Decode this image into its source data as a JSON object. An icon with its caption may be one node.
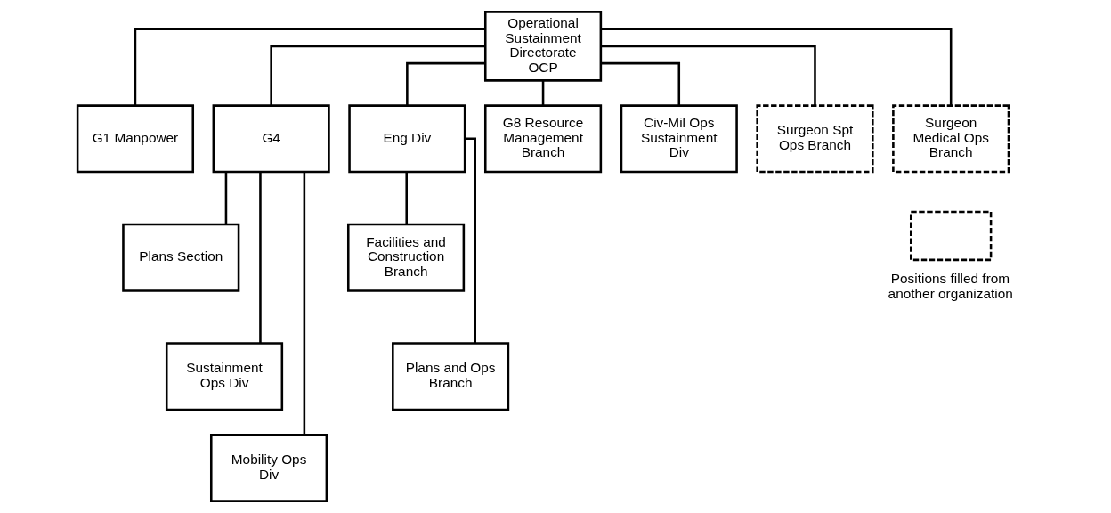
{
  "diagram": {
    "nodes": [
      {
        "text": [
          "Operational Sustainment Directorate",
          "OCP"
        ]
      },
      {
        "text": [
          "G1 Manpower"
        ]
      },
      {
        "text": [
          "G4"
        ]
      },
      {
        "text": [
          "Eng Div"
        ]
      },
      {
        "text": [
          "G8 Resource Management Branch"
        ]
      },
      {
        "text": [
          "Civ-Mil Ops Sustainment Div"
        ]
      },
      {
        "text": [
          "Surgeon Spt Ops Branch"
        ]
      },
      {
        "text": [
          "Surgeon Medical Ops Branch"
        ]
      },
      {
        "text": [
          "Plans Section"
        ]
      },
      {
        "text": [
          "Sustainment Ops Div"
        ]
      },
      {
        "text": [
          "Mobility Ops Div"
        ]
      },
      {
        "text": [
          "Facilities and Construction Branch"
        ]
      },
      {
        "text": [
          "Plans and Ops Branch"
        ]
      }
    ],
    "edges": [
      {
        "from": 0,
        "to": 1,
        "arrow": "none"
      },
      {
        "from": 0,
        "to": 2,
        "arrow": "none"
      },
      {
        "from": 0,
        "to": 3,
        "arrow": "none"
      },
      {
        "from": 0,
        "to": 4,
        "arrow": "none"
      },
      {
        "from": 0,
        "to": 5,
        "arrow": "none"
      },
      {
        "from": 0,
        "to": 6,
        "arrow": "none"
      },
      {
        "from": 0,
        "to": 7,
        "arrow": "none"
      },
      {
        "from": 2,
        "to": 8,
        "arrow": "none"
      },
      {
        "from": 2,
        "to": 9,
        "arrow": "none"
      },
      {
        "from": 2,
        "to": 10,
        "arrow": "none"
      },
      {
        "from": 3,
        "to": 11,
        "arrow": "none"
      },
      {
        "from": 3,
        "to": 12,
        "arrow": "none"
      }
    ],
    "legend": [
      {
        "text": "Positions filled from another organization"
      }
    ]
  }
}
